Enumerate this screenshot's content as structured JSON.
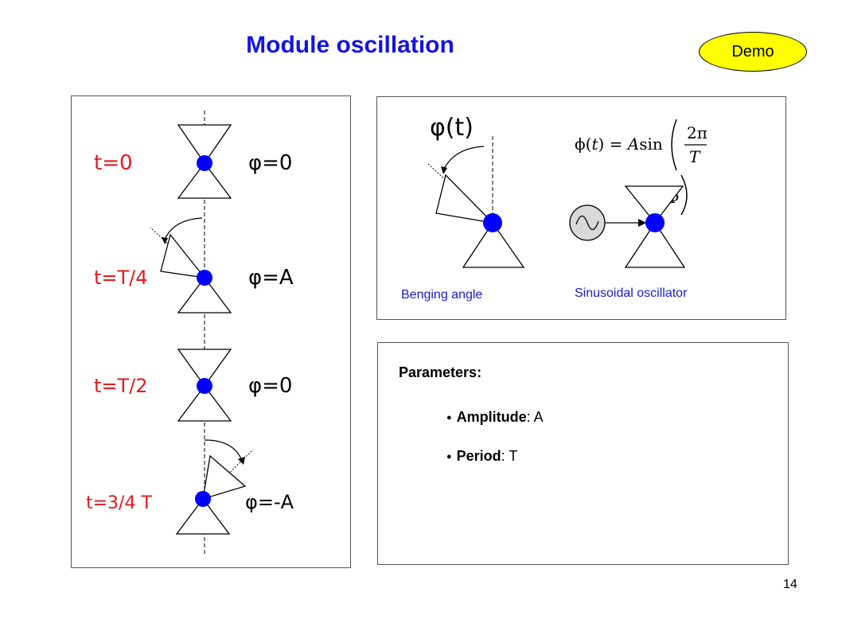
{
  "slide": {
    "title": "Module oscillation",
    "demo_button": "Demo",
    "page_number": "14"
  },
  "left_panel": {
    "states": [
      {
        "time": "t=0",
        "angle": "φ=0"
      },
      {
        "time": "t=T/4",
        "angle": "φ=A"
      },
      {
        "time": "t=T/2",
        "angle": "φ=0"
      },
      {
        "time": "t=3/4 T",
        "angle": "φ=-A"
      }
    ]
  },
  "right_top": {
    "phi_label": "φ(t)",
    "formula_lhs": "ϕ(",
    "formula_t": "t",
    "formula_mid": ") = ",
    "formula_A": "A",
    "formula_sin": "sin",
    "formula_num": "2π",
    "formula_den": "T",
    "formula_phase": "+ Φ",
    "caption_bending": "Benging angle",
    "caption_oscillator": "Sinusoidal oscillator"
  },
  "params": {
    "heading": "Parameters:",
    "items": [
      {
        "key": "Amplitude",
        "value": ": A"
      },
      {
        "key": "Period",
        "value": ": T"
      }
    ]
  },
  "colors": {
    "title": "#1414e0",
    "demo_fill": "#ffff00",
    "joint": "#0000ff",
    "red_text": "#e8191d",
    "caption": "#1a1ad0"
  }
}
